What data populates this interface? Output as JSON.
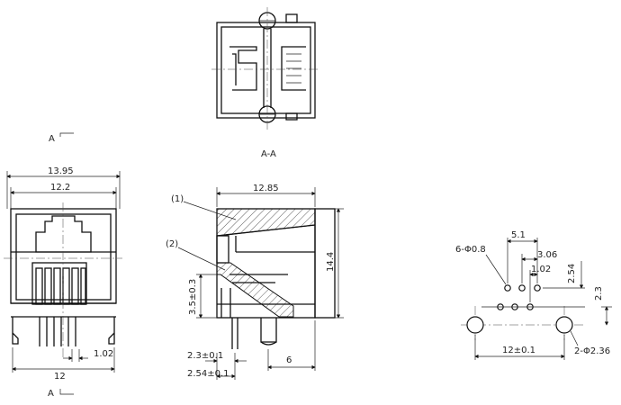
{
  "section": {
    "label": "A-A",
    "arrow_top": "A",
    "arrow_bottom": "A"
  },
  "front_view": {
    "width_outer": "13.95",
    "width_inner": "12.2",
    "pin_pitch": "1.02",
    "pin_span": "12"
  },
  "side_view": {
    "callout_1": "(1)",
    "callout_2": "(2)",
    "depth": "12.85",
    "height": "14.4",
    "led_height": "3.5±0.3",
    "post_offset": "2.3±0.1",
    "pin_offset": "2.54±0.1",
    "pin_depth": "6"
  },
  "footprint": {
    "hole_count_label": "6-Φ0.8",
    "dim_5_1": "5.1",
    "dim_3_06": "3.06",
    "dim_1_02": "1.02",
    "dim_2_54": "2.54",
    "dim_2_3": "2.3",
    "peg_spacing": "12±0.1",
    "peg_label": "2-Φ2.36"
  }
}
